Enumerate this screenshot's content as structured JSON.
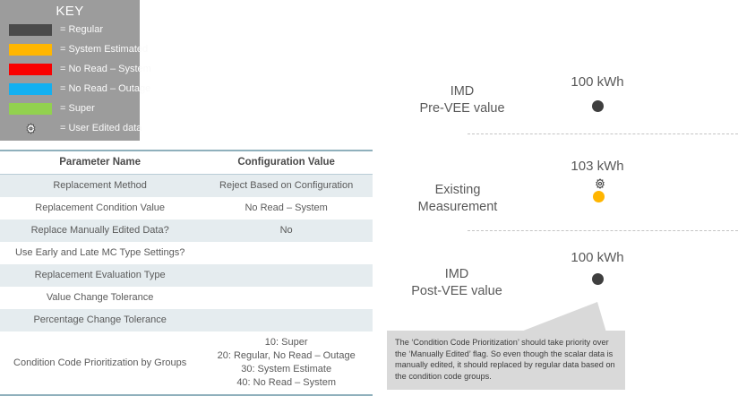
{
  "key": {
    "title": "KEY",
    "items": [
      {
        "color": "#4a4a4a",
        "icon": "color-swatch",
        "label": "= Regular"
      },
      {
        "color": "#ffb600",
        "icon": "color-swatch",
        "label": "= System Estimated"
      },
      {
        "color": "#fa0000",
        "icon": "color-swatch",
        "label": "= No Read – System"
      },
      {
        "color": "#13b0f0",
        "icon": "color-swatch",
        "label": "= No Read – Outage"
      },
      {
        "color": "#92d14f",
        "icon": "color-swatch",
        "label": "= Super"
      },
      {
        "color": "#ffffff",
        "icon": "gear-icon",
        "label": "= User Edited data"
      }
    ]
  },
  "table": {
    "headers": [
      "Parameter Name",
      "Configuration Value"
    ],
    "rows": [
      {
        "param": "Replacement Method",
        "value": "Reject Based on Configuration"
      },
      {
        "param": "Replacement Condition Value",
        "value": "No Read – System"
      },
      {
        "param": "Replace Manually Edited Data?",
        "value": "No"
      },
      {
        "param": "Use Early and Late MC Type Settings?",
        "value": ""
      },
      {
        "param": "Replacement Evaluation Type",
        "value": ""
      },
      {
        "param": "Value Change Tolerance",
        "value": ""
      },
      {
        "param": "Percentage Change Tolerance",
        "value": ""
      },
      {
        "param": "Condition Code Prioritization by Groups",
        "value": "10: Super\n20: Regular, No Read – Outage\n30: System Estimate\n40: No Read – System"
      }
    ]
  },
  "diagram": {
    "stages": [
      {
        "label": "IMD\nPre-VEE value",
        "value": "100 kWh",
        "marker": "dark-dot",
        "marker_color": "#3f3f3f",
        "edited_flag": false
      },
      {
        "label": "Existing\nMeasurement",
        "value": "103 kWh",
        "marker": "amber-dot",
        "marker_color": "#ffb500",
        "edited_flag": true
      },
      {
        "label": "IMD\nPost-VEE value",
        "value": "100 kWh",
        "marker": "dark-dot",
        "marker_color": "#3f3f3f",
        "edited_flag": false
      }
    ],
    "callout": {
      "text": "The ‘Condition Code Prioritization’ should take priority over the ‘Manually Edited’ flag.  So even though the scalar data is manually edited, it should replaced by regular data based on the condition code groups."
    }
  }
}
